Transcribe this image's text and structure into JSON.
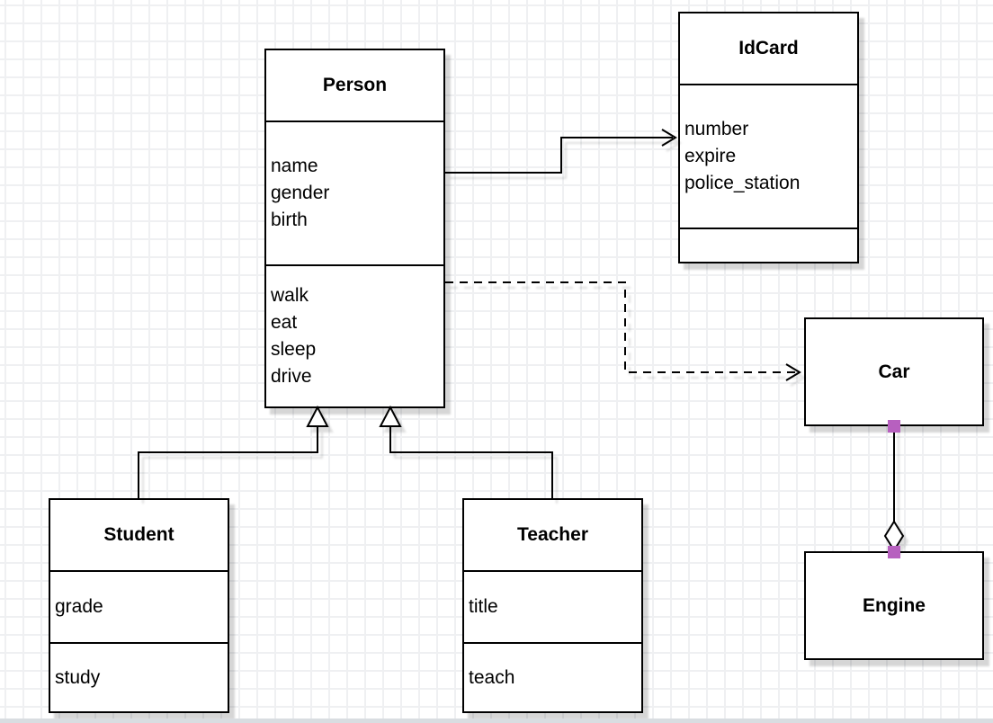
{
  "diagram": {
    "type": "uml-class-diagram",
    "classes": {
      "person": {
        "title": "Person",
        "attributes": [
          "name",
          "gender",
          "birth"
        ],
        "methods": [
          "walk",
          "eat",
          "sleep",
          "drive"
        ]
      },
      "idcard": {
        "title": "IdCard",
        "attributes": [
          "number",
          "expire",
          "police_station"
        ],
        "methods": []
      },
      "car": {
        "title": "Car",
        "attributes": [],
        "methods": []
      },
      "engine": {
        "title": "Engine",
        "attributes": [],
        "methods": []
      },
      "student": {
        "title": "Student",
        "attributes": [
          "grade"
        ],
        "methods": [
          "study"
        ]
      },
      "teacher": {
        "title": "Teacher",
        "attributes": [
          "title"
        ],
        "methods": [
          "teach"
        ]
      }
    },
    "relationships": [
      {
        "from": "Person",
        "to": "IdCard",
        "type": "association",
        "line": "solid",
        "arrow": "open-arrow"
      },
      {
        "from": "Person",
        "to": "Car",
        "type": "dependency",
        "line": "dashed",
        "arrow": "open-arrow"
      },
      {
        "from": "Student",
        "to": "Person",
        "type": "generalization",
        "line": "solid",
        "arrow": "hollow-triangle"
      },
      {
        "from": "Teacher",
        "to": "Person",
        "type": "generalization",
        "line": "solid",
        "arrow": "hollow-triangle"
      },
      {
        "from": "Car",
        "to": "Engine",
        "type": "aggregation",
        "line": "solid",
        "arrow": "hollow-diamond",
        "endpoint_handles": "purple-squares"
      }
    ],
    "colors": {
      "box_fill": "#ffffff",
      "box_stroke": "#000000",
      "text": "#000000",
      "connection_handle": "#b760bf",
      "grid_line": "#eff0f2",
      "canvas_background": "#ffffff",
      "canvas_bottom_edge": "#d9dde1"
    }
  }
}
